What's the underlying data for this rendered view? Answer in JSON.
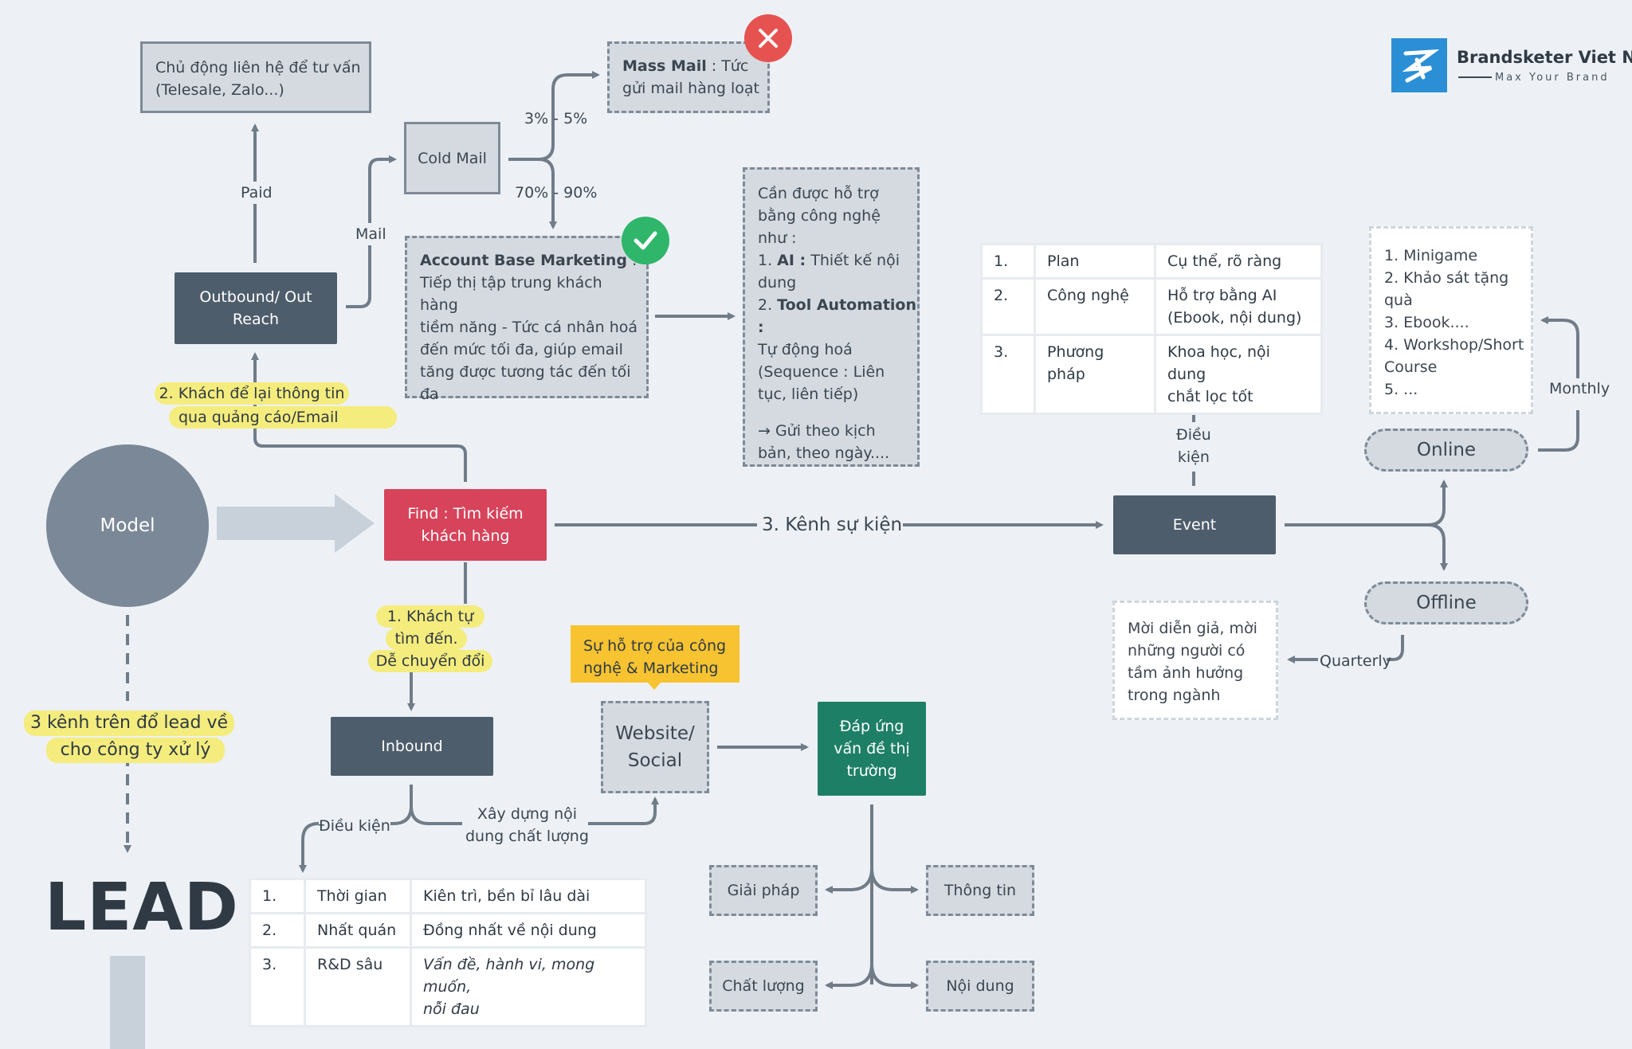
{
  "brand": {
    "name": "Brandsketer Viet Nam",
    "tagline": "Max Your Brand",
    "color": "#2b8fd6"
  },
  "model": "Model",
  "lead": "LEAD",
  "three_channels_note": [
    "3 kênh trên đổ lead về",
    "cho công ty xử lý"
  ],
  "find": [
    "Find : Tìm kiếm",
    "khách hàng"
  ],
  "channel1_label": [
    "1. Khách tự",
    "tìm đến.",
    "Dễ chuyển đổi"
  ],
  "channel2_label": [
    "2. Khách để lại thông tin",
    "qua quảng cáo/Email"
  ],
  "channel3_label": "3. Kênh sự kiện",
  "outbound": [
    "Outbound/ Out",
    "Reach"
  ],
  "paid_label": "Paid",
  "mail_label": "Mail",
  "proactive": [
    "Chủ động liên hệ để tư vấn",
    "(Telesale, Zalo...)"
  ],
  "cold_mail": "Cold Mail",
  "rate_low": "3% - 5%",
  "rate_high": "70% - 90%",
  "mass_mail": {
    "title": "Mass Mail",
    "text1": " : Tức",
    "text2": "gửi mail hàng loạt"
  },
  "abm": {
    "title": "Account Base Marketing",
    "lines": [
      " :",
      "Tiếp thị tập trung khách hàng",
      "tiềm năng - Tức cá nhân hoá",
      "đến mức tối đa, giúp email",
      "tăng được tương tác đến tối",
      "đa"
    ]
  },
  "tech_support": {
    "l1": "Cần được hỗ trợ",
    "l2": "bằng công nghệ",
    "l3": "như :",
    "ai_num": "1. ",
    "ai_title": "AI :",
    "ai_text": " Thiết kế nội",
    "l5": "dung",
    "ta_num": "2. ",
    "ta_title": "Tool Automation :",
    "l7": "Tự động hoá",
    "l8": "(Sequence : Liên",
    "l9": "tục, liên tiếp)",
    "l10": "→ Gửi theo kịch",
    "l11": "bản, theo ngày...."
  },
  "event": "Event",
  "event_condition": [
    "Điều",
    "kiện"
  ],
  "event_table": [
    [
      "1.",
      "Plan",
      "Cụ thể, rõ ràng"
    ],
    [
      "2.",
      "Công nghệ",
      "Hỗ trợ bằng AI",
      "(Ebook, nội dung)"
    ],
    [
      "3.",
      "Phương pháp",
      "Khoa học, nội dung",
      "chắt lọc tốt"
    ]
  ],
  "online": "Online",
  "offline": "Offline",
  "monthly": "Monthly",
  "quarterly": "Quarterly",
  "online_list": [
    "1. Minigame",
    "2. Khảo sát tặng",
    "quà",
    "3. Ebook....",
    "4. Workshop/Short",
    "Course",
    "5. ..."
  ],
  "offline_text": [
    "Mời diễn giả, mời",
    "những người có",
    "tầm ảnh hưởng",
    "trong ngành"
  ],
  "inbound": "Inbound",
  "inbound_condition": "Điều kiện",
  "build_content": [
    "Xây dựng nội",
    "dung chất lượng"
  ],
  "support_tag": [
    "Sự hỗ trợ của công",
    "nghệ & Marketing"
  ],
  "website": [
    "Website/",
    "Social"
  ],
  "market": [
    "Đáp ứng",
    "vấn đề thị",
    "trường"
  ],
  "solutions": [
    "Giải pháp",
    "Thông tin",
    "Chất lượng",
    "Nội dung"
  ],
  "inbound_table": [
    [
      "1.",
      "Thời gian",
      "Kiên trì, bền bỉ lâu dài"
    ],
    [
      "2.",
      "Nhất quán",
      "Đồng nhất về nội dung"
    ],
    [
      "3.",
      "R&D sâu",
      "Vấn đề, hành vi, mong muốn,",
      "nỗi đau"
    ]
  ],
  "colors": {
    "dark": "#4e5d6b",
    "red": "#d7435a",
    "green": "#1e7f67",
    "accent_yellow": "#f4ec7d",
    "support_yellow": "#f7c331",
    "fail": "#e5524f",
    "ok": "#2fb66a"
  }
}
